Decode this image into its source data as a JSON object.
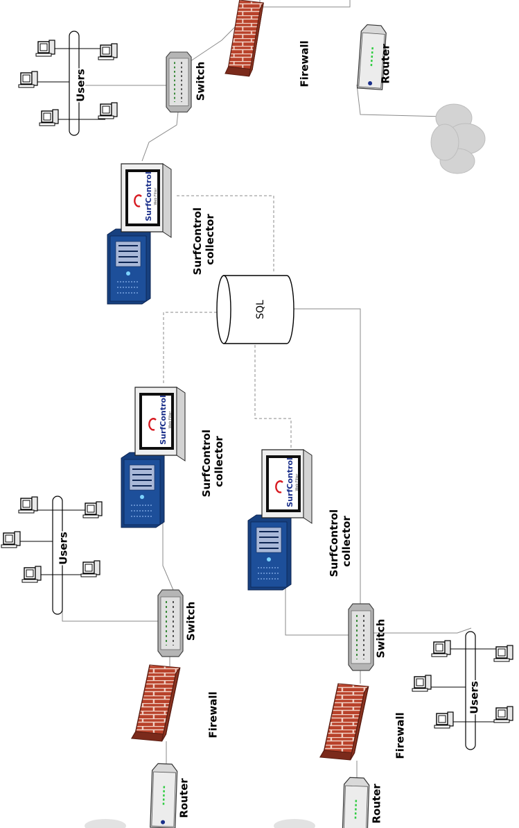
{
  "labels": {
    "firewall": "Firewall",
    "router": "Router",
    "switch": "Switch",
    "users": "Users",
    "collector_line1": "SurfControl",
    "collector_line2": "collector",
    "sql": "SQL",
    "brand": "SurfControl",
    "brand_sub": "Web Filter"
  },
  "colors": {
    "brick": "#b8412a",
    "mortar": "#f2d2c6",
    "server_blue": "#1d4f9a",
    "cloud": "#cfcfcf",
    "brand_red": "#d71920",
    "brand_blue": "#1a2f8a"
  }
}
